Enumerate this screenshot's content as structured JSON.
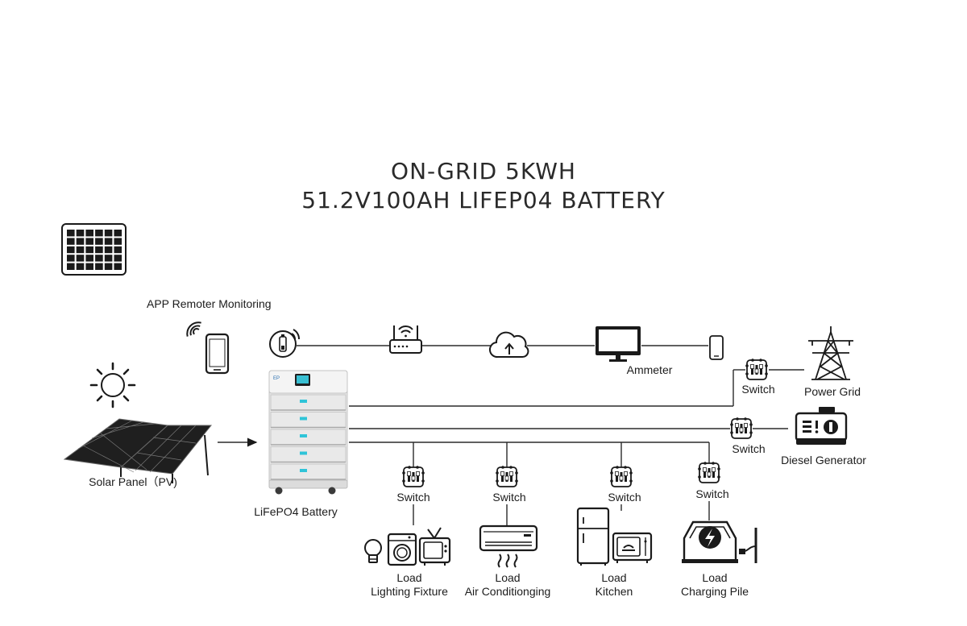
{
  "title": {
    "line1": "ON-GRID 5KWH",
    "line2": "51.2V100AH LIFEP04 BATTERY"
  },
  "labels": {
    "app": "APP Remoter Monitoring",
    "ammeter": "Ammeter",
    "power_grid": "Power Grid",
    "diesel_generator": "Diesel Generator",
    "solar_panel": "Solar Panel（PV)",
    "battery": "LiFePO4 Battery"
  },
  "switches": {
    "grid": "Switch",
    "generator": "Switch",
    "lighting": "Switch",
    "ac": "Switch",
    "kitchen": "Switch",
    "charging": "Switch"
  },
  "loads": [
    {
      "line1": "Load",
      "line2": "Lighting Fixture"
    },
    {
      "line1": "Load",
      "line2": "Air Conditionging"
    },
    {
      "line1": "Load",
      "line2": "Kitchen"
    },
    {
      "line1": "Load",
      "line2": "Charging Pile"
    }
  ],
  "icons": [
    "solar-module-icon",
    "sun-icon",
    "solar-panel-array-icon",
    "phone-icon",
    "wifi-signal-icon",
    "battery-monitor-icon",
    "router-icon",
    "cloud-upload-icon",
    "monitor-icon",
    "power-tower-icon",
    "diesel-generator-icon",
    "switch-icon",
    "light-bulb-icon",
    "washing-machine-icon",
    "tv-icon",
    "air-conditioner-icon",
    "fridge-icon",
    "microwave-icon",
    "ev-charger-icon"
  ],
  "colors": {
    "ink": "#1a1a1a",
    "battery_body": "#e9e9e9",
    "battery_display": "#2fc4d8"
  }
}
